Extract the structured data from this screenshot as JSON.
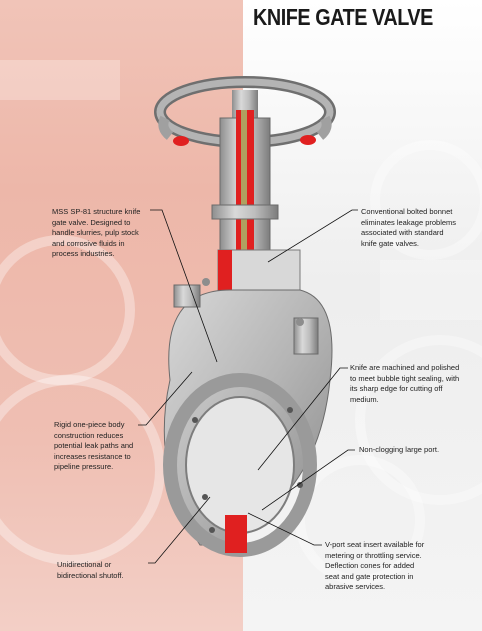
{
  "title": "KNIFE GATE VALVE",
  "colors": {
    "background_left": "#efbdb1",
    "background_right": "#f2f2f2",
    "accent_red": "#e02020",
    "metal": "#b8b8b8",
    "text": "#222222"
  },
  "callouts": {
    "mss": [
      "MSS SP-81 structure knife",
      "gate valve. Designed to",
      "handle slurries, pulp stock",
      "and corrosive fluids in",
      "process industries."
    ],
    "bonnet": [
      "Conventional bolted bonnet",
      "eliminates leakage problems",
      "associated with standard",
      "knife gate valves."
    ],
    "knife": [
      "Knife are machined and polished",
      "to meet bubble tight sealing, with",
      "its sharp edge for cutting off",
      "medium."
    ],
    "port": [
      "Non-clogging large port."
    ],
    "body": [
      "Rigid one-piece body",
      "construction reduces",
      "potential leak paths and",
      "increases resistance to",
      "pipeline pressure."
    ],
    "vport": [
      "V-port seat insert available for",
      "metering  or throttling service.",
      "Deflection cones for added",
      "seat and gate protection in",
      "abrasive services."
    ],
    "shutoff": [
      "Unidirectional or",
      "bidirectional shutoff."
    ]
  }
}
